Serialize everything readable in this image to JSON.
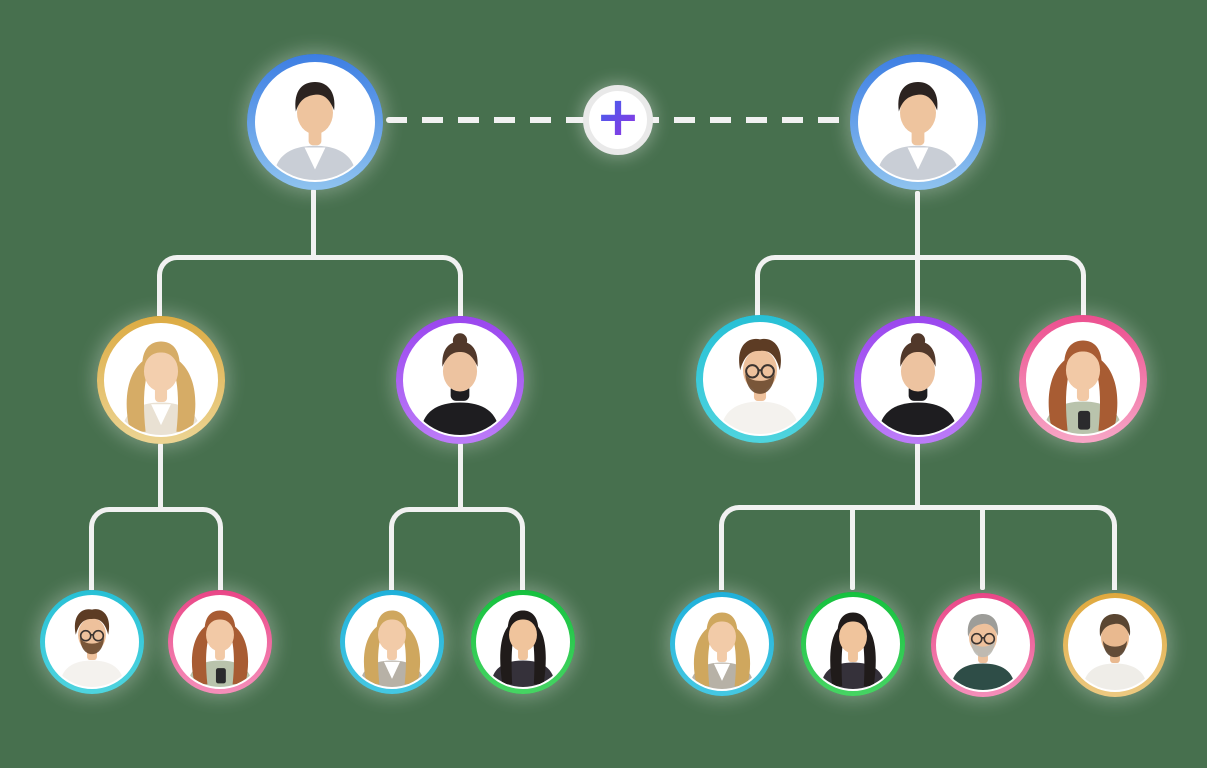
{
  "canvas": {
    "background_color": "#47704e",
    "connector_color": "#f1f1f1"
  },
  "partner_link": {
    "style": "dashed",
    "add_button_symbol": "+",
    "button_fill": "#ffffff",
    "button_border_color": "#e9e9e9",
    "plus_gradient": [
      "#2f6bf0",
      "#a12ce0"
    ]
  },
  "people": [
    {
      "id": "parent-left",
      "generation": "parent",
      "ring": [
        "#3d7ee3",
        "#8fc3ef"
      ],
      "appearance": {
        "hair_style": "short",
        "hair_color": "#2b2320",
        "skin_color": "#eec49e",
        "outfit": "gray suit with white shirt",
        "outfit_color": "#c9ced6",
        "shirt_color": "#ffffff",
        "glasses": false,
        "beard": false
      }
    },
    {
      "id": "parent-right",
      "generation": "parent",
      "ring": [
        "#3d7ee3",
        "#8fc3ef"
      ],
      "appearance": {
        "hair_style": "short",
        "hair_color": "#2b2320",
        "skin_color": "#eec49e",
        "outfit": "gray suit with white shirt",
        "outfit_color": "#c9ced6",
        "shirt_color": "#ffffff",
        "glasses": false,
        "beard": false
      }
    },
    {
      "id": "child-left-1",
      "generation": "child",
      "ring": [
        "#dcab43",
        "#ecd493"
      ],
      "appearance": {
        "hair_style": "long",
        "hair_color": "#d6ac66",
        "skin_color": "#f3cfae",
        "outfit": "cream blazer with white shirt",
        "outfit_color": "#e9e1d3",
        "shirt_color": "#ffffff",
        "glasses": false,
        "beard": false
      }
    },
    {
      "id": "child-left-2",
      "generation": "child",
      "ring": [
        "#9a46ee",
        "#bc7cf8"
      ],
      "appearance": {
        "hair_style": "updo",
        "hair_color": "#51382a",
        "skin_color": "#edc3a0",
        "outfit": "black turtleneck",
        "outfit_color": "#1e1d20",
        "turtleneck": true,
        "glasses": false,
        "beard": false
      }
    },
    {
      "id": "child-right-1",
      "generation": "child",
      "ring": [
        "#27c0d6",
        "#4fd4de"
      ],
      "appearance": {
        "hair_style": "curly",
        "hair_color": "#5d3c24",
        "skin_color": "#eec19c",
        "outfit": "white shirt",
        "outfit_color": "#f4f2ee",
        "glasses": true,
        "beard": true,
        "beard_color": "#6b4a2f"
      }
    },
    {
      "id": "child-right-2",
      "generation": "child",
      "ring": [
        "#9a46ee",
        "#bc7cf8"
      ],
      "appearance": {
        "hair_style": "updo",
        "hair_color": "#51382a",
        "skin_color": "#edc3a0",
        "outfit": "black turtleneck",
        "outfit_color": "#1e1d20",
        "turtleneck": true,
        "glasses": false,
        "beard": false
      }
    },
    {
      "id": "child-right-3",
      "generation": "child",
      "ring": [
        "#ec4f8f",
        "#f7a6c6"
      ],
      "appearance": {
        "hair_style": "wavy",
        "hair_color": "#a85c33",
        "skin_color": "#f2c9a6",
        "outfit": "sage green top",
        "outfit_color": "#b9c3ac",
        "accessory": "phone",
        "glasses": false,
        "beard": false
      }
    },
    {
      "id": "grandchild-left-1",
      "generation": "grandchild",
      "ring": [
        "#27c0d6",
        "#4fd4de"
      ],
      "appearance": {
        "hair_style": "curly",
        "hair_color": "#5d3c24",
        "skin_color": "#eec19c",
        "outfit": "white shirt",
        "outfit_color": "#f4f2ee",
        "glasses": true,
        "beard": true,
        "beard_color": "#6b4a2f"
      }
    },
    {
      "id": "grandchild-left-2",
      "generation": "grandchild",
      "ring": [
        "#e94687",
        "#f58fba"
      ],
      "appearance": {
        "hair_style": "wavy",
        "hair_color": "#a85c33",
        "skin_color": "#f2c9a6",
        "outfit": "sage green top",
        "outfit_color": "#b9c3ac",
        "accessory": "phone",
        "glasses": false,
        "beard": false
      }
    },
    {
      "id": "grandchild-left-3",
      "generation": "grandchild",
      "ring": [
        "#1fb0da",
        "#45c8e2"
      ],
      "appearance": {
        "hair_style": "wavy",
        "hair_color": "#cfa75e",
        "skin_color": "#f2cba8",
        "outfit": "gray blazer with white shirt",
        "outfit_color": "#b7b1a6",
        "shirt_color": "#ffffff",
        "glasses": false,
        "beard": false
      }
    },
    {
      "id": "grandchild-left-4",
      "generation": "grandchild",
      "ring": [
        "#15c13e",
        "#46d463"
      ],
      "appearance": {
        "hair_style": "straight",
        "hair_color": "#201b1a",
        "skin_color": "#f0c49c",
        "outfit": "dark blazer",
        "outfit_color": "#35313a",
        "glasses": false,
        "beard": false
      }
    },
    {
      "id": "grandchild-right-1",
      "generation": "grandchild",
      "ring": [
        "#1fb0da",
        "#45c8e2"
      ],
      "appearance": {
        "hair_style": "wavy",
        "hair_color": "#cfa75e",
        "skin_color": "#f2cba8",
        "outfit": "gray blazer with white shirt",
        "outfit_color": "#b7b1a6",
        "shirt_color": "#ffffff",
        "glasses": false,
        "beard": false
      }
    },
    {
      "id": "grandchild-right-2",
      "generation": "grandchild",
      "ring": [
        "#15c13e",
        "#46d463"
      ],
      "appearance": {
        "hair_style": "straight",
        "hair_color": "#201b1a",
        "skin_color": "#f0c49c",
        "outfit": "dark blazer",
        "outfit_color": "#35313a",
        "glasses": false,
        "beard": false
      }
    },
    {
      "id": "grandchild-right-3",
      "generation": "grandchild",
      "ring": [
        "#e94687",
        "#f58fba"
      ],
      "appearance": {
        "hair_style": "short",
        "hair_color": "#9d9d99",
        "skin_color": "#eec19c",
        "outfit": "dark teal sweater",
        "outfit_color": "#2e4d47",
        "glasses": true,
        "beard": true,
        "beard_color": "#b9b9b4"
      }
    },
    {
      "id": "grandchild-right-4",
      "generation": "grandchild",
      "ring": [
        "#dfa83d",
        "#ecc981"
      ],
      "appearance": {
        "hair_style": "short",
        "hair_color": "#5a4632",
        "skin_color": "#e9b98f",
        "outfit": "white t-shirt",
        "outfit_color": "#efede8",
        "glasses": false,
        "beard": true,
        "beard_color": "#54402e"
      }
    }
  ],
  "relationships": {
    "couple": [
      "parent-left",
      "parent-right"
    ],
    "left_family": {
      "parent": "parent-left",
      "children": [
        {
          "id": "child-left-1",
          "children": [
            "grandchild-left-1",
            "grandchild-left-2"
          ]
        },
        {
          "id": "child-left-2",
          "children": [
            "grandchild-left-3",
            "grandchild-left-4"
          ]
        }
      ]
    },
    "right_family": {
      "parent": "parent-right",
      "children": [
        {
          "id": "child-right-1",
          "children": []
        },
        {
          "id": "child-right-2",
          "children": [
            "grandchild-right-1",
            "grandchild-right-2",
            "grandchild-right-3",
            "grandchild-right-4"
          ]
        },
        {
          "id": "child-right-3",
          "children": []
        }
      ]
    }
  }
}
